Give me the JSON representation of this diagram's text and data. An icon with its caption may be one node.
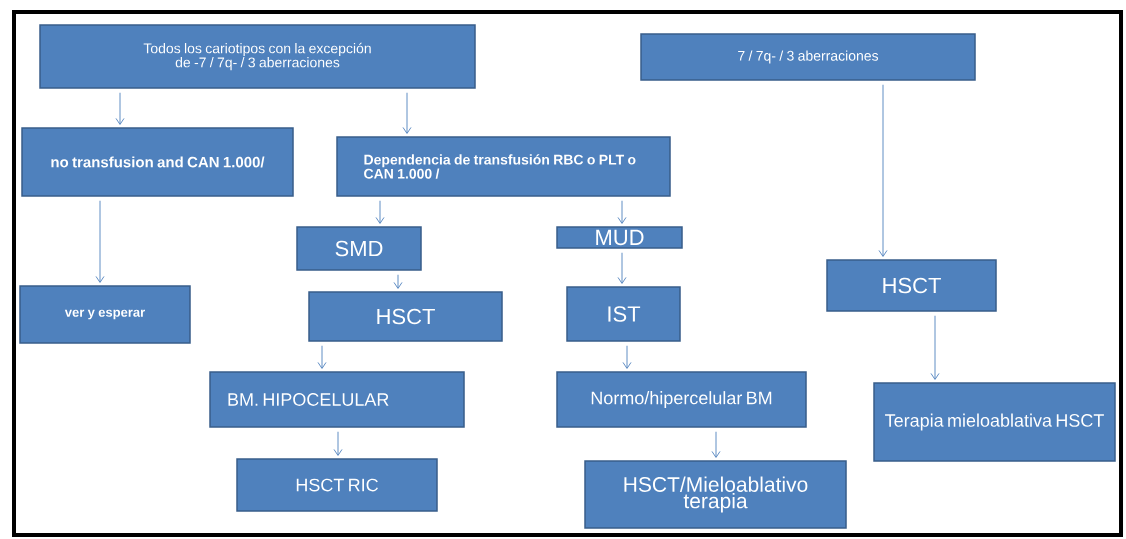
{
  "diagram": {
    "nodes": [
      {
        "text": [
          "Todos los cariotipos con la excepción de -7 / 7q- / 3 aberraciones"
        ]
      },
      {
        "text": [
          "7 / 7q- / 3 aberraciones"
        ]
      },
      {
        "text": [
          "no transfusion and CAN 1.000/"
        ]
      },
      {
        "text": [
          "Dependencia de transfusión RBC o PLT o CAN 1.000 /"
        ]
      },
      {
        "text": [
          "ver y esperar"
        ]
      },
      {
        "text": [
          "SMD"
        ]
      },
      {
        "text": [
          "MUD"
        ]
      },
      {
        "text": [
          "HSCT"
        ]
      },
      {
        "text": [
          "IST"
        ]
      },
      {
        "text": [
          "HSCT"
        ]
      },
      {
        "text": [
          "BM. HIPOCELULAR"
        ]
      },
      {
        "text": [
          "Normo/hipercelular BM"
        ]
      },
      {
        "text": [
          "Terapia mieloablativa HSCT"
        ]
      },
      {
        "text": [
          "HSCT RIC"
        ]
      },
      {
        "text": [
          "HSCT/Mieloablativo terapia"
        ]
      }
    ],
    "edges": [
      {
        "from": 0,
        "to": 2,
        "arrow": "to"
      },
      {
        "from": 0,
        "to": 3,
        "arrow": "to"
      },
      {
        "from": 2,
        "to": 4,
        "arrow": "to"
      },
      {
        "from": 3,
        "to": 5,
        "arrow": "to"
      },
      {
        "from": 3,
        "to": 6,
        "arrow": "to"
      },
      {
        "from": 5,
        "to": 7,
        "arrow": "to"
      },
      {
        "from": 6,
        "to": 8,
        "arrow": "to"
      },
      {
        "from": 7,
        "to": 10,
        "arrow": "to"
      },
      {
        "from": 8,
        "to": 11,
        "arrow": "to"
      },
      {
        "from": 10,
        "to": 13,
        "arrow": "to"
      },
      {
        "from": 11,
        "to": 14,
        "arrow": "to"
      },
      {
        "from": 1,
        "to": 9,
        "arrow": "to"
      },
      {
        "from": 9,
        "to": 12,
        "arrow": "to"
      }
    ]
  }
}
